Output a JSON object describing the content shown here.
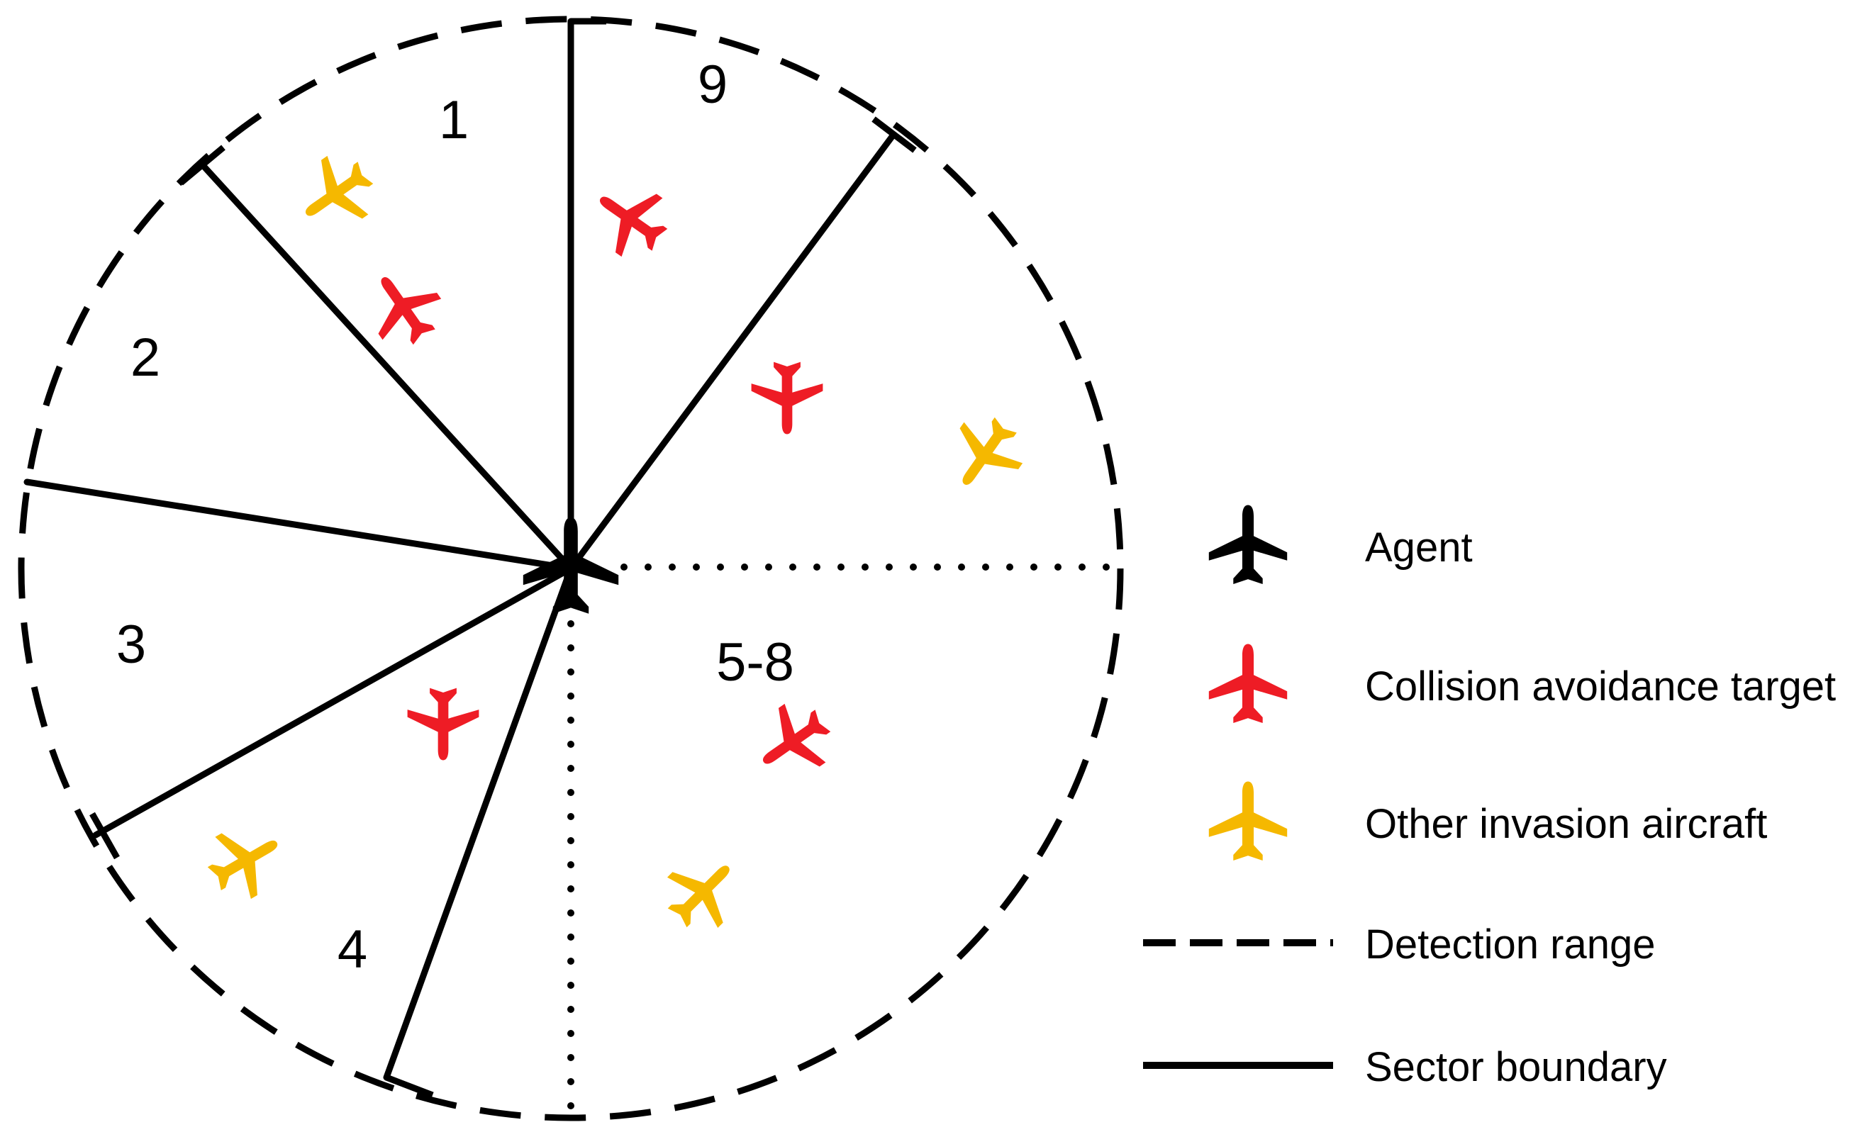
{
  "sectors": {
    "s1": "1",
    "s2": "2",
    "s3": "3",
    "s4": "4",
    "s58": "5-8",
    "s9": "9"
  },
  "legend": {
    "agent": "Agent",
    "target": "Collision avoidance target",
    "other": "Other invasion aircraft",
    "detection": "Detection range",
    "boundary": "Sector boundary"
  },
  "colors": {
    "agent": "#000000",
    "target": "#ee1c25",
    "other": "#f5b800",
    "line": "#000000"
  },
  "icons": {
    "aircraft": "airplane-icon"
  }
}
